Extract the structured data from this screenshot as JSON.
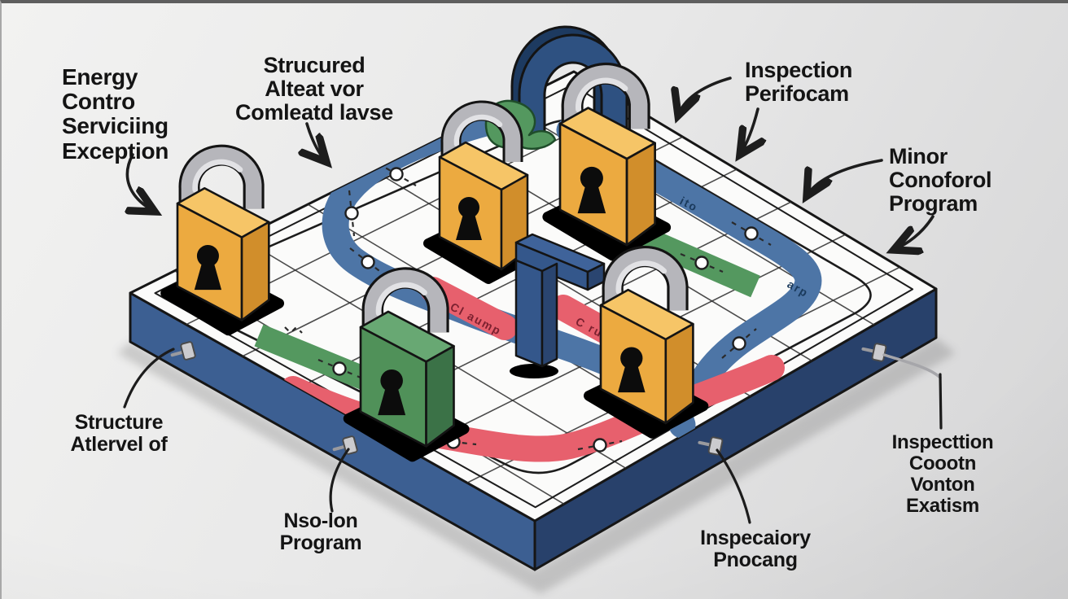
{
  "labels": {
    "energy": "Energy\nContro\nServiciing\nException",
    "structured": "Strucured\nAlteat vor\nComleatd lavse",
    "perifocam": "Inspection\nPerifocam",
    "minor": "Minor\nConoforol\nProgram",
    "structure": "Structure\nAtlervel of",
    "nso": "Nso-lon\nProgram",
    "inspecaiory": "Inspecaiory\nPnocang",
    "coootn": "Inspecttion\nCoootn\nVonton\nExatism"
  },
  "path_texts": {
    "red_left": "Cl aump",
    "red_right": "C ru",
    "blue_ito": "ito",
    "blue_arp": "arp"
  },
  "scene": {
    "padlock_count": 5,
    "padlock_colors": [
      "orange",
      "orange",
      "orange",
      "green",
      "orange"
    ]
  },
  "colors": {
    "background_light": "#f2f2f1",
    "background_mid": "#e8e8e8",
    "background_dark": "#d5d5d6",
    "board_top": "#fbfbfa",
    "board_outline": "#161616",
    "rim_left": "#3c5f92",
    "rim_right": "#28416b",
    "grid_line": "#2d2d2d",
    "path_blue": "#4d75a6",
    "path_green": "#54985f",
    "path_red": "#e7606d",
    "arch_front": "#2e5181",
    "arch_back": "#1d3a60",
    "hook_light": "#3f639a",
    "hook_mid": "#34578b",
    "hook_dark": "#2a4570",
    "lock_orange_front": "#ecaa40",
    "lock_orange_side": "#d18e2b",
    "lock_orange_top": "#f6c567",
    "lock_green_front": "#509159",
    "lock_green_side": "#3b7247",
    "lock_green_top": "#68a873",
    "shackle_light": "#e2e2e5",
    "shackle_mid": "#b6b6bb",
    "keyhole": "#0c0c0c",
    "label_text": "#141414",
    "arrow": "#1d1d1d",
    "clip_metal": "#cbcbce",
    "node_fill": "#ffffff",
    "red_text": "#7c2130",
    "blue_text": "#1a3a5c"
  }
}
